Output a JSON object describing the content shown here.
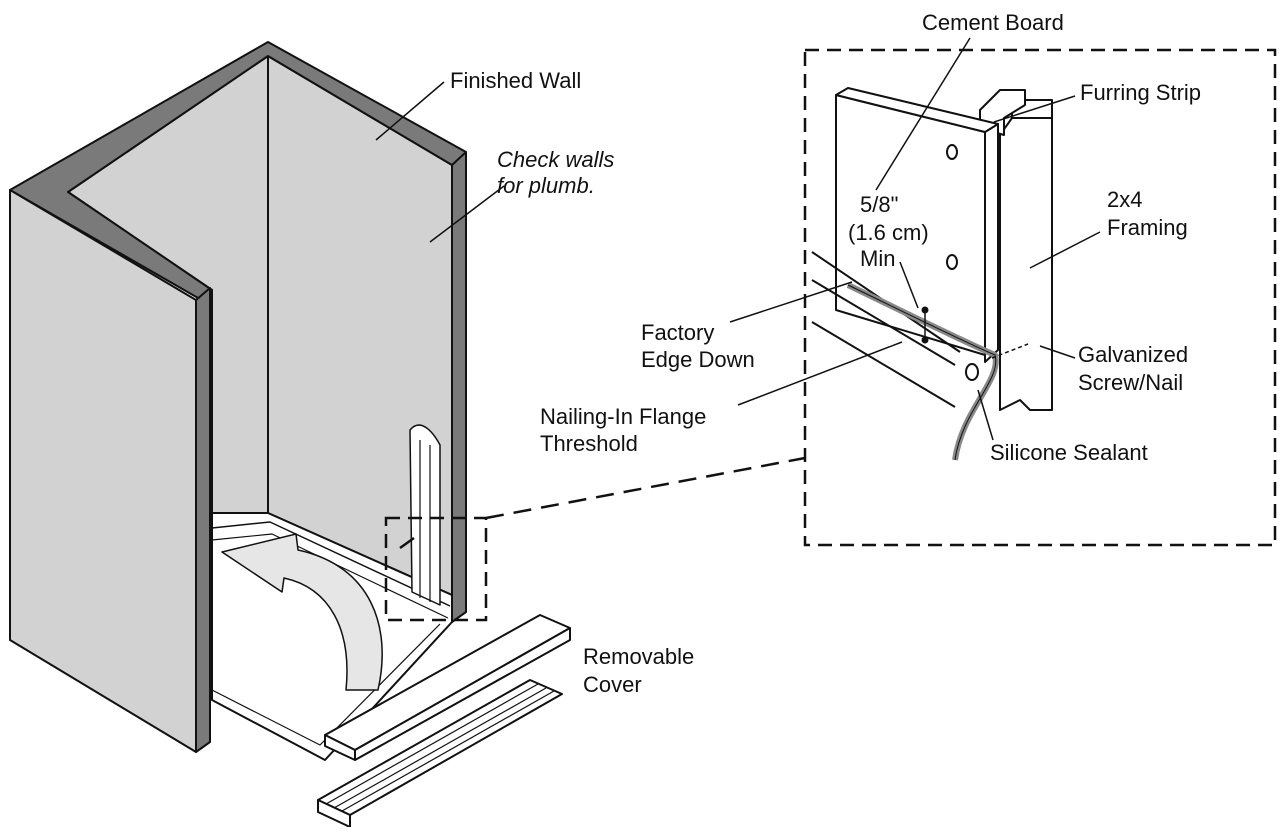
{
  "colors": {
    "wall_fill": "#d2d2d2",
    "wall_edge": "#7a7a7a",
    "base_fill": "#ffffff",
    "ink": "#111111",
    "arrow_fill": "#e6e6e6"
  },
  "labels": {
    "finished_wall": "Finished Wall",
    "check_walls_line1": "Check walls",
    "check_walls_line2": "for plumb.",
    "removable_cover_line1": "Removable",
    "removable_cover_line2": "Cover",
    "cement_board": "Cement Board",
    "furring_strip": "Furring Strip",
    "framing_line1": "2x4",
    "framing_line2": "Framing",
    "dimension_line1": "5/8\"",
    "dimension_line2": "(1.6 cm)",
    "dimension_line3": "Min",
    "factory_edge_line1": "Factory",
    "factory_edge_line2": "Edge Down",
    "galvanized_line1": "Galvanized",
    "galvanized_line2": "Screw/Nail",
    "nailing_flange_line1": "Nailing-In Flange",
    "nailing_flange_line2": "Threshold",
    "silicone_sealant": "Silicone Sealant"
  }
}
